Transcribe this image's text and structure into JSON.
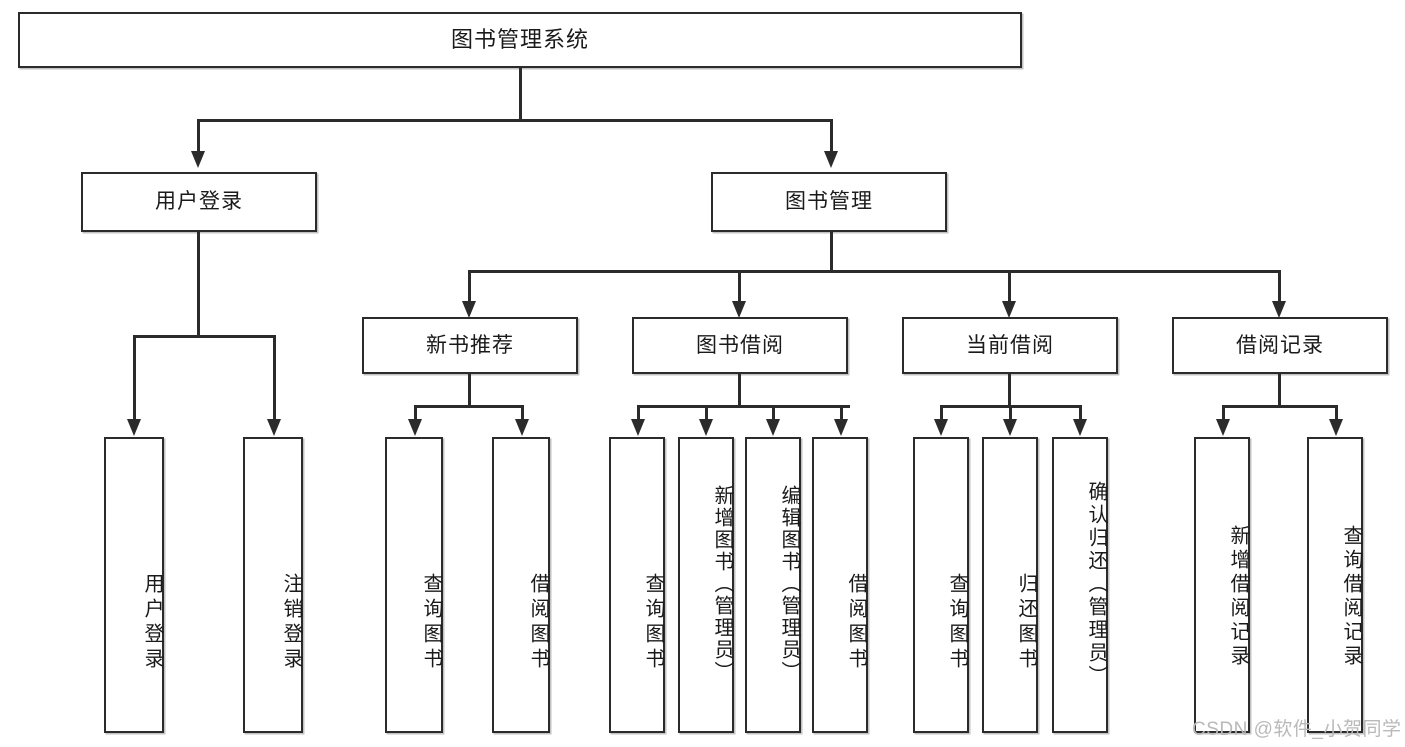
{
  "diagram": {
    "title": "图书管理系统",
    "type": "功能结构图",
    "orientation": "top-down-tree",
    "box_fill": "#ffffff",
    "box_stroke": "#2b2b2b",
    "connector_color": "#2b2b2b",
    "background": "#ffffff"
  },
  "root": {
    "label": "图书管理系统"
  },
  "level2": [
    {
      "id": "user-login",
      "label": "用户登录"
    },
    {
      "id": "book-management",
      "label": "图书管理"
    }
  ],
  "level3": [
    {
      "id": "new-book-recommend",
      "label": "新书推荐",
      "parent": "book-management"
    },
    {
      "id": "book-borrow",
      "label": "图书借阅",
      "parent": "book-management"
    },
    {
      "id": "current-borrow",
      "label": "当前借阅",
      "parent": "book-management"
    },
    {
      "id": "borrow-record",
      "label": "借阅记录",
      "parent": "book-management"
    }
  ],
  "leaves": {
    "user_login": [
      {
        "id": "leaf-user-login",
        "label": "用户登录"
      },
      {
        "id": "leaf-logout-login",
        "label": "注销登录"
      }
    ],
    "new_book_recommend": [
      {
        "id": "leaf-query-book-1",
        "label": "查询图书"
      },
      {
        "id": "leaf-borrow-book-1",
        "label": "借阅图书"
      }
    ],
    "book_borrow": [
      {
        "id": "leaf-query-book-2",
        "label": "查询图书"
      },
      {
        "id": "leaf-add-book",
        "label": "新增图书（管理员）"
      },
      {
        "id": "leaf-edit-book",
        "label": "编辑图书（管理员）"
      },
      {
        "id": "leaf-borrow-book-2",
        "label": "借阅图书"
      }
    ],
    "current_borrow": [
      {
        "id": "leaf-query-book-3",
        "label": "查询图书"
      },
      {
        "id": "leaf-return-book",
        "label": "归还图书"
      },
      {
        "id": "leaf-confirm-return",
        "label": "确认归还（管理员）"
      }
    ],
    "borrow_record": [
      {
        "id": "leaf-add-borrow-record",
        "label": "新增借阅记录"
      },
      {
        "id": "leaf-query-borrow-record",
        "label": "查询借阅记录"
      }
    ]
  },
  "watermark": {
    "text": "CSDN @软件_小贺同学"
  }
}
